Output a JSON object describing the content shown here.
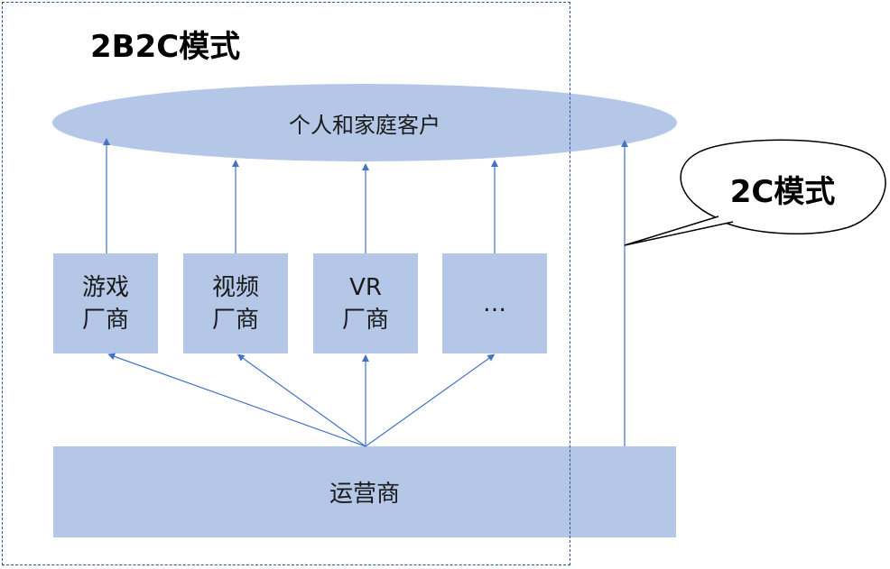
{
  "diagram": {
    "title": "2B2C模式",
    "customer": "个人和家庭客户",
    "vendors": [
      {
        "line1": "游戏",
        "line2": "厂商"
      },
      {
        "line1": "视频",
        "line2": "厂商"
      },
      {
        "line1": "VR",
        "line2": "厂商"
      },
      {
        "line1": "…",
        "line2": ""
      }
    ],
    "operator": "运营商",
    "callout": "2C模式"
  },
  "colors": {
    "shape_fill": "#B4C7E7",
    "arrow": "#4472C4",
    "frame_border": "#2F5597",
    "callout_border": "#000000"
  }
}
